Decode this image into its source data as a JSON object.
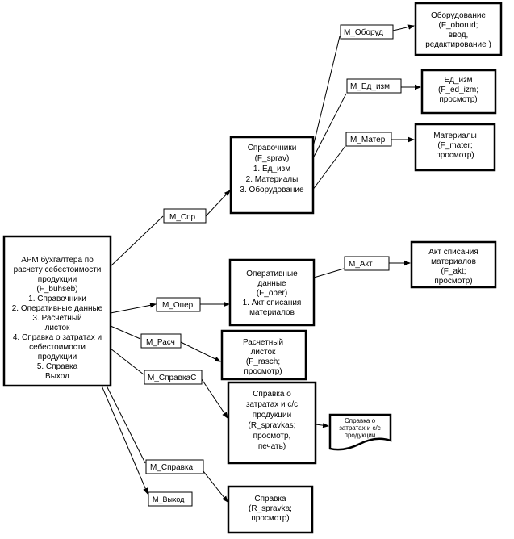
{
  "nodes": {
    "main": [
      "АРМ бухгалтера по",
      "расчету себестоимости",
      "продукции",
      "(F_buhseb)",
      "1. Справочники",
      "2. Оперативные данные",
      "3. Расчетный",
      "листок",
      "4. Справка о затратах и",
      "себестоимости",
      "продукции",
      "5. Справка",
      "Выход"
    ],
    "sprav": [
      "Справочники",
      "(F_sprav)",
      "1. Ед_изм",
      "2. Материалы",
      "3.  Оборудование"
    ],
    "oper": [
      "Оперативные",
      "данные",
      "(F_oper)",
      "1. Акт списания",
      "материалов"
    ],
    "rasch": [
      "Расчетный",
      "листок",
      "(F_rasch;",
      "просмотр)"
    ],
    "spravkas": [
      "Справка о",
      "затратах и с/с",
      "продукции",
      "(R_spravkas;",
      "просмотр,",
      "печать)"
    ],
    "spravka": [
      "Справка",
      "(R_spravka;",
      "просмотр)"
    ],
    "oborud": [
      "Оборудование",
      "(F_oborud;",
      "ввод,",
      "редактирование )"
    ],
    "ed_izm": [
      "Ед_изм",
      "(F_ed_izm;",
      "просмотр)"
    ],
    "mater": [
      "Материалы",
      "(F_mater;",
      "просмотр)"
    ],
    "akt": [
      "Акт списания",
      "материалов",
      "(F_akt;",
      "просмотр)"
    ],
    "doc": [
      "Справка о",
      "затратах и с/с",
      "продукции"
    ]
  },
  "labels": {
    "m_spr": "M_Спр",
    "m_oper": "M_Опер",
    "m_rasch": "M_Расч",
    "m_spravkac": "M_СправкаС",
    "m_spravka": "M_Справка",
    "m_vyhod": "M_Выход",
    "m_oborud": "M_Оборуд",
    "m_ed_izm": "M_Ед_изм",
    "m_mater": "M_Матер",
    "m_akt": "M_Акт"
  }
}
